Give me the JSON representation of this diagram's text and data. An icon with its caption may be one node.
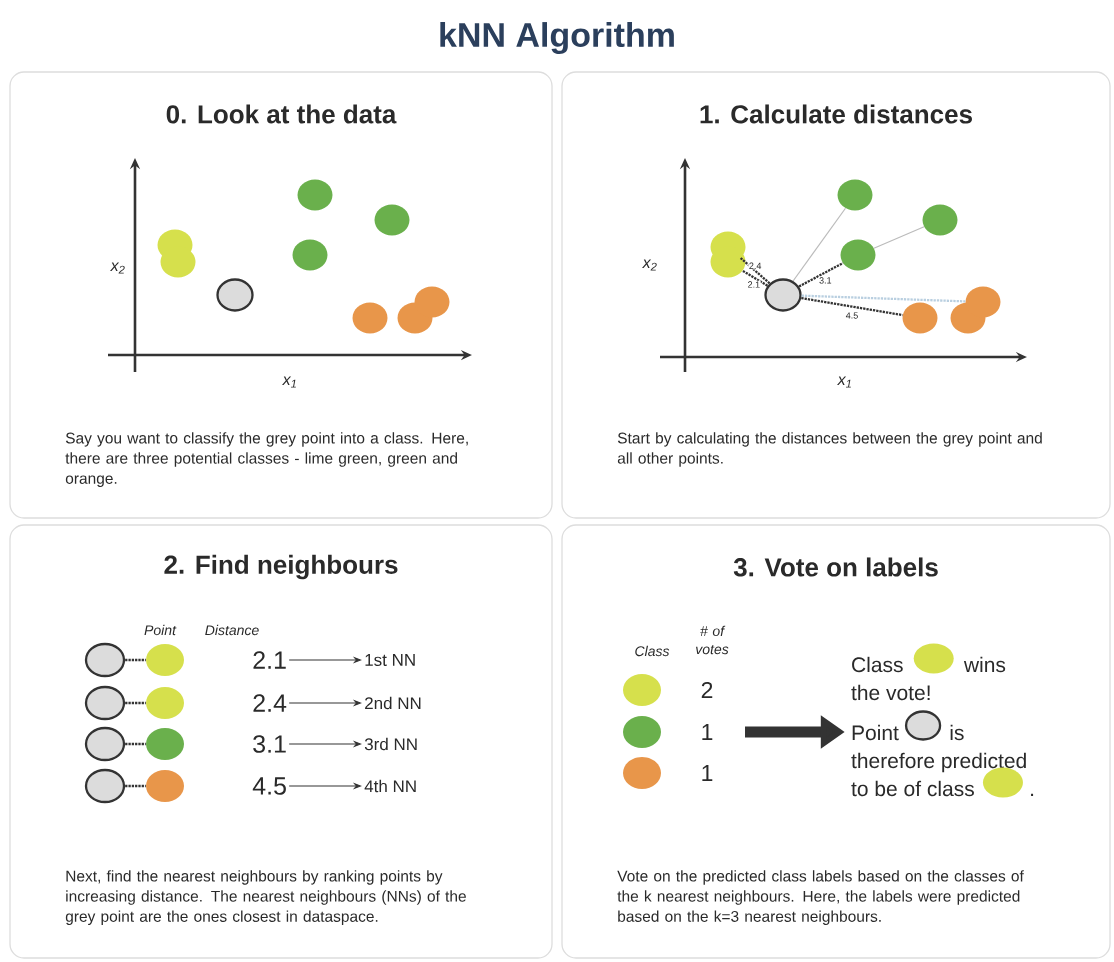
{
  "diagram": {
    "title": "kNN Algorithm",
    "nodes": [
      {
        "text": [
          "0. Look at the data",
          "Say you want to classify the grey point into a class. Here, there are three potential classes - lime green, green and orange."
        ]
      },
      {
        "text": [
          "1. Calculate distances",
          "Start by calculating the distances between the grey point and all other points."
        ]
      },
      {
        "text": [
          "2. Find neighbours",
          "Next, find the nearest neighbours by ranking points by increasing distance. The nearest neighbours (NNs) of the grey point are the ones closest in dataspace."
        ]
      },
      {
        "text": [
          "3. Vote on labels",
          "Vote on the predicted class labels based on the classes of the k nearest neighbours. Here, the labels were predicted based on the k=3 nearest neighbours."
        ]
      },
      {
        "text": [],
        "shape": "circle",
        "in": 0
      },
      {
        "text": [],
        "shape": "circle",
        "in": 0
      },
      {
        "text": [],
        "shape": "circle",
        "in": 0
      },
      {
        "text": [],
        "shape": "circle",
        "in": 0
      },
      {
        "text": [],
        "shape": "circle",
        "in": 0
      },
      {
        "text": [],
        "shape": "circle",
        "in": 0
      },
      {
        "text": [],
        "shape": "circle",
        "in": 0
      },
      {
        "text": [],
        "shape": "circle",
        "in": 0
      },
      {
        "text": [],
        "shape": "circle",
        "in": 0
      },
      {
        "text": [],
        "shape": "circle",
        "in": 1
      },
      {
        "text": [],
        "shape": "circle",
        "in": 1
      },
      {
        "text": [],
        "shape": "circle",
        "in": 1
      },
      {
        "text": [],
        "shape": "circle",
        "in": 1
      },
      {
        "text": [],
        "shape": "circle",
        "in": 1
      },
      {
        "text": [],
        "shape": "circle",
        "in": 1
      },
      {
        "text": [],
        "shape": "circle",
        "in": 1
      },
      {
        "text": [],
        "shape": "circle",
        "in": 1
      },
      {
        "text": [],
        "shape": "circle",
        "in": 1
      },
      {
        "text": [],
        "shape": "circle",
        "in": 2
      },
      {
        "text": [],
        "shape": "circle",
        "in": 2
      },
      {
        "text": [
          "2.1"
        ],
        "in": 2
      },
      {
        "text": [
          "1st NN"
        ],
        "in": 2
      },
      {
        "text": [],
        "shape": "circle",
        "in": 2
      },
      {
        "text": [],
        "shape": "circle",
        "in": 2
      },
      {
        "text": [
          "2.4"
        ],
        "in": 2
      },
      {
        "text": [
          "2nd NN"
        ],
        "in": 2
      },
      {
        "text": [],
        "shape": "circle",
        "in": 2
      },
      {
        "text": [],
        "shape": "circle",
        "in": 2
      },
      {
        "text": [
          "3.1"
        ],
        "in": 2
      },
      {
        "text": [
          "3rd NN"
        ],
        "in": 2
      },
      {
        "text": [],
        "shape": "circle",
        "in": 2
      },
      {
        "text": [],
        "shape": "circle",
        "in": 2
      },
      {
        "text": [
          "4.5"
        ],
        "in": 2
      },
      {
        "text": [
          "4th NN"
        ],
        "in": 2
      },
      {
        "text": [
          "Class",
          "wins",
          "the vote!",
          "Point",
          "is",
          "therefore predicted",
          "to be of class",
          "."
        ],
        "in": 3
      },
      {
        "text": [],
        "shape": "circle",
        "in": 3
      },
      {
        "text": [],
        "shape": "circle",
        "in": 3
      },
      {
        "text": [],
        "shape": "circle",
        "in": 3
      }
    ],
    "edges": [
      {
        "from": 15,
        "to": 13,
        "arrow": "none",
        "style": "dashed",
        "label": "2.4"
      },
      {
        "from": 15,
        "to": 14,
        "arrow": "none",
        "style": "dashed",
        "label": "2.1"
      },
      {
        "from": 15,
        "to": 18,
        "arrow": "none",
        "style": "dashed",
        "label": "3.1"
      },
      {
        "from": 15,
        "to": 19,
        "arrow": "none",
        "style": "dashed",
        "label": "4.5"
      },
      {
        "from": 15,
        "to": 16,
        "arrow": "none",
        "color": "#bbbbbb"
      },
      {
        "from": 18,
        "to": 17,
        "arrow": "none",
        "color": "#bbbbbb"
      },
      {
        "from": 15,
        "to": 21,
        "arrow": "none",
        "style": "dashed",
        "color": "#b9cfe0"
      },
      {
        "from": 22,
        "to": 23,
        "arrow": "none",
        "style": "dashed"
      },
      {
        "from": 24,
        "to": 25,
        "arrow": "to"
      },
      {
        "from": 26,
        "to": 27,
        "arrow": "none",
        "style": "dashed"
      },
      {
        "from": 28,
        "to": 29,
        "arrow": "to"
      },
      {
        "from": 30,
        "to": 31,
        "arrow": "none",
        "style": "dashed"
      },
      {
        "from": 32,
        "to": 33,
        "arrow": "to"
      },
      {
        "from": 34,
        "to": 35,
        "arrow": "none",
        "style": "dashed"
      },
      {
        "from": 36,
        "to": 37,
        "arrow": "to"
      },
      {
        "from": null,
        "to": 38,
        "arrow": "to",
        "style": "thick"
      }
    ],
    "labels": [
      "x$_{2}$",
      "x$_{1}$",
      "x$_{2}$",
      "x$_{1}$",
      "Point",
      "Distance",
      "Class",
      "# of votes",
      "2",
      "1",
      "1"
    ]
  }
}
